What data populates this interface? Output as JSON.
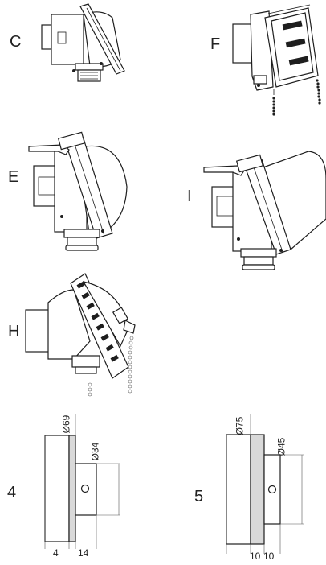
{
  "heads": {
    "c": {
      "label": "C"
    },
    "f": {
      "label": "F"
    },
    "e": {
      "label": "E"
    },
    "i": {
      "label": "I"
    },
    "h": {
      "label": "H"
    }
  },
  "sections": {
    "s4": {
      "label": "4",
      "dia_outer": "Ø69",
      "dia_inner": "Ø34",
      "w1": "4",
      "w2": "14"
    },
    "s5": {
      "label": "5",
      "dia_outer": "Ø75",
      "dia_inner": "Ø45",
      "w1": "10",
      "w2": "10"
    }
  }
}
